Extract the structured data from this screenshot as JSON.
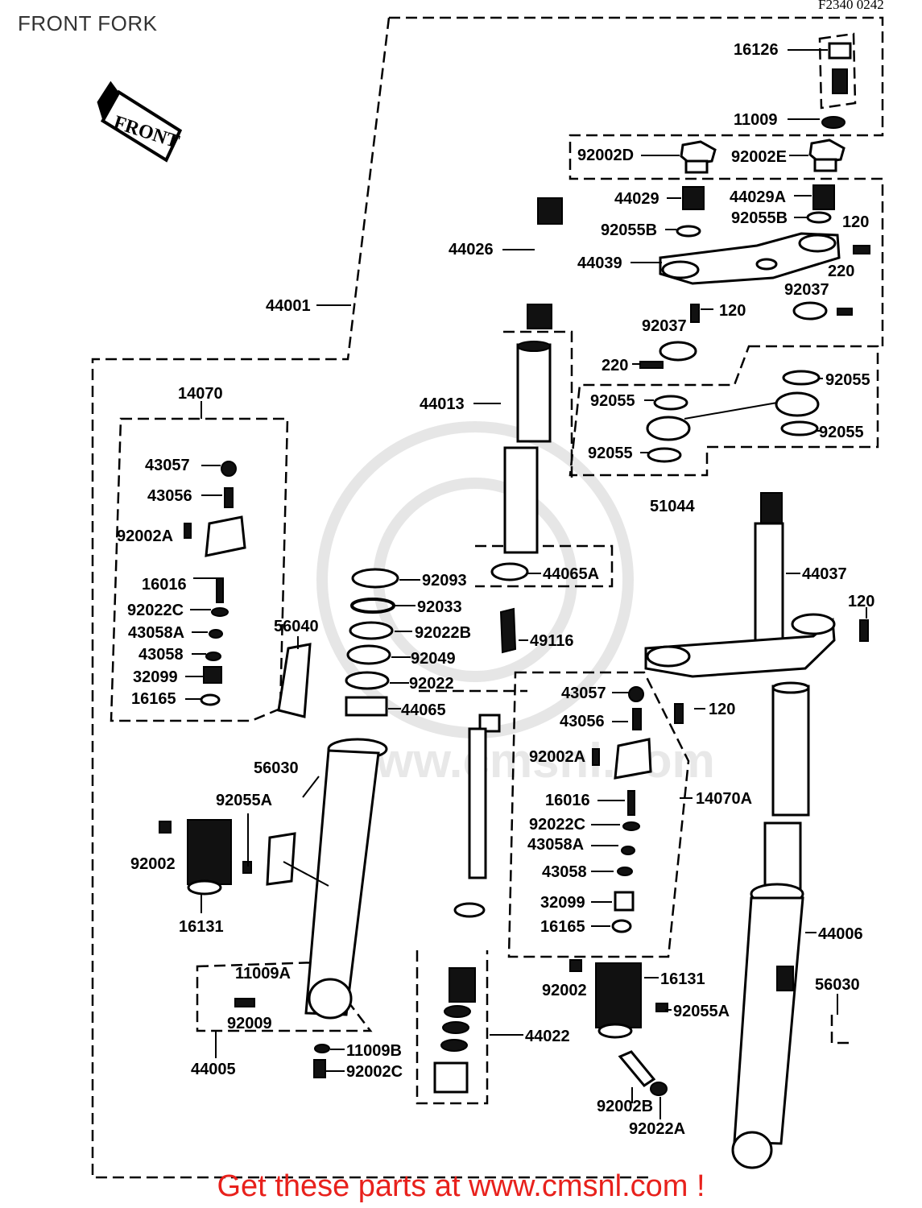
{
  "title": "FRONT FORK",
  "ref_code": "F2340 0242",
  "front_arrow": "FRONT",
  "footer": "Get these parts at www.cmsnl.com !",
  "watermark": "www.cmsnl.com",
  "labels": {
    "l16126": "16126",
    "l11009": "11009",
    "l92002D": "92002D",
    "l92002E": "92002E",
    "l44029": "44029",
    "l44029A": "44029A",
    "l92055B_1": "92055B",
    "l92055B_2": "92055B",
    "l120_1": "120",
    "l44026": "44026",
    "l44039": "44039",
    "l220_1": "220",
    "l92037_1": "92037",
    "l44001": "44001",
    "l120_2": "120",
    "l92037_2": "92037",
    "l220_2": "220",
    "l92055_1": "92055",
    "l92055_2": "92055",
    "l92055_3": "92055",
    "l92055_4": "92055",
    "l44013": "44013",
    "l14070": "14070",
    "l51044": "51044",
    "l43057_1": "43057",
    "l43056_1": "43056",
    "l92002A_1": "92002A",
    "l44037": "44037",
    "l16016_1": "16016",
    "l44065A": "44065A",
    "l92093": "92093",
    "l92022C_1": "92022C",
    "l92033": "92033",
    "l120_3": "120",
    "l43058A_1": "43058A",
    "l56040": "56040",
    "l92022B": "92022B",
    "l49116": "49116",
    "l43058_1": "43058",
    "l92049": "92049",
    "l32099_1": "32099",
    "l92022": "92022",
    "l16165_1": "16165",
    "l43057_2": "43057",
    "l44065": "44065",
    "l120_4": "120",
    "l43056_2": "43056",
    "l56030_1": "56030",
    "l92002A_2": "92002A",
    "l14070A": "14070A",
    "l92055A_1": "92055A",
    "l16016_2": "16016",
    "l92022C_2": "92022C",
    "l92002_1": "92002",
    "l43058A_2": "43058A",
    "l43058_2": "43058",
    "l16131_1": "16131",
    "l32099_2": "32099",
    "l16165_2": "16165",
    "l44006": "44006",
    "l11009A": "11009A",
    "l16131_2": "16131",
    "l56030_2": "56030",
    "l92002_2": "92002",
    "l92009": "92009",
    "l92055A_2": "92055A",
    "l44022": "44022",
    "l11009B": "11009B",
    "l44005": "44005",
    "l92002C": "92002C",
    "l92002B": "92002B",
    "l92022A": "92022A"
  }
}
